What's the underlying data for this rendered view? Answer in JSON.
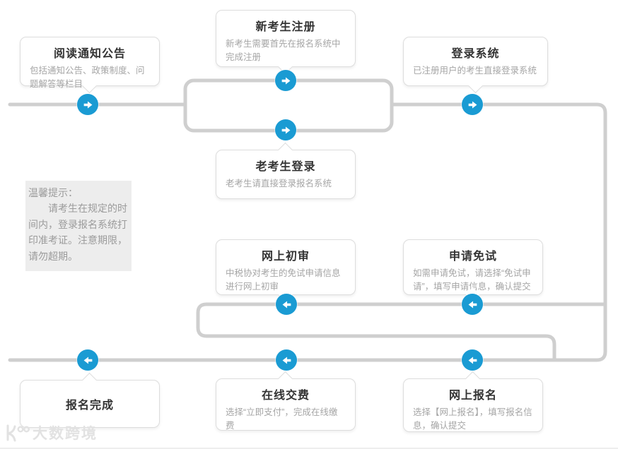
{
  "colors": {
    "accent": "#1a9bd3",
    "track": "#cfcfcf",
    "box_border": "#dddddd",
    "title_text": "#333333",
    "desc_text": "#a5a5a5",
    "tip_bg": "#ededed",
    "tip_text": "#9b9b9b"
  },
  "nodes": {
    "read_notice": {
      "title": "阅读通知公告",
      "desc": "包括通知公告、政策制度、问题解答等栏目"
    },
    "new_register": {
      "title": "新考生注册",
      "desc": "新考生需要首先在报名系统中完成注册"
    },
    "login_system": {
      "title": "登录系统",
      "desc": "已注册用户的考生直接登录系统"
    },
    "old_login": {
      "title": "老考生登录",
      "desc": "老考生请直接登录报名系统"
    },
    "online_review": {
      "title": "网上初审",
      "desc": "中税协对考生的免试申请信息进行网上初审"
    },
    "apply_exemption": {
      "title": "申请免试",
      "desc": "如需申请免试，请选择“免试申请”，填写申请信息，确认提交"
    },
    "register_done": {
      "title": "报名完成",
      "desc": ""
    },
    "online_payment": {
      "title": "在线交费",
      "desc": "选择“立即支付”，完成在线缴费"
    },
    "online_register": {
      "title": "网上报名",
      "desc": "选择【网上报名】，填写报名信息，确认提交"
    }
  },
  "tip": {
    "heading": "温馨提示：",
    "body": "请考生在规定的时间内，登录报名系统打印准考证。注意期限，请勿超期。"
  },
  "watermark": {
    "text": "大数跨境"
  }
}
